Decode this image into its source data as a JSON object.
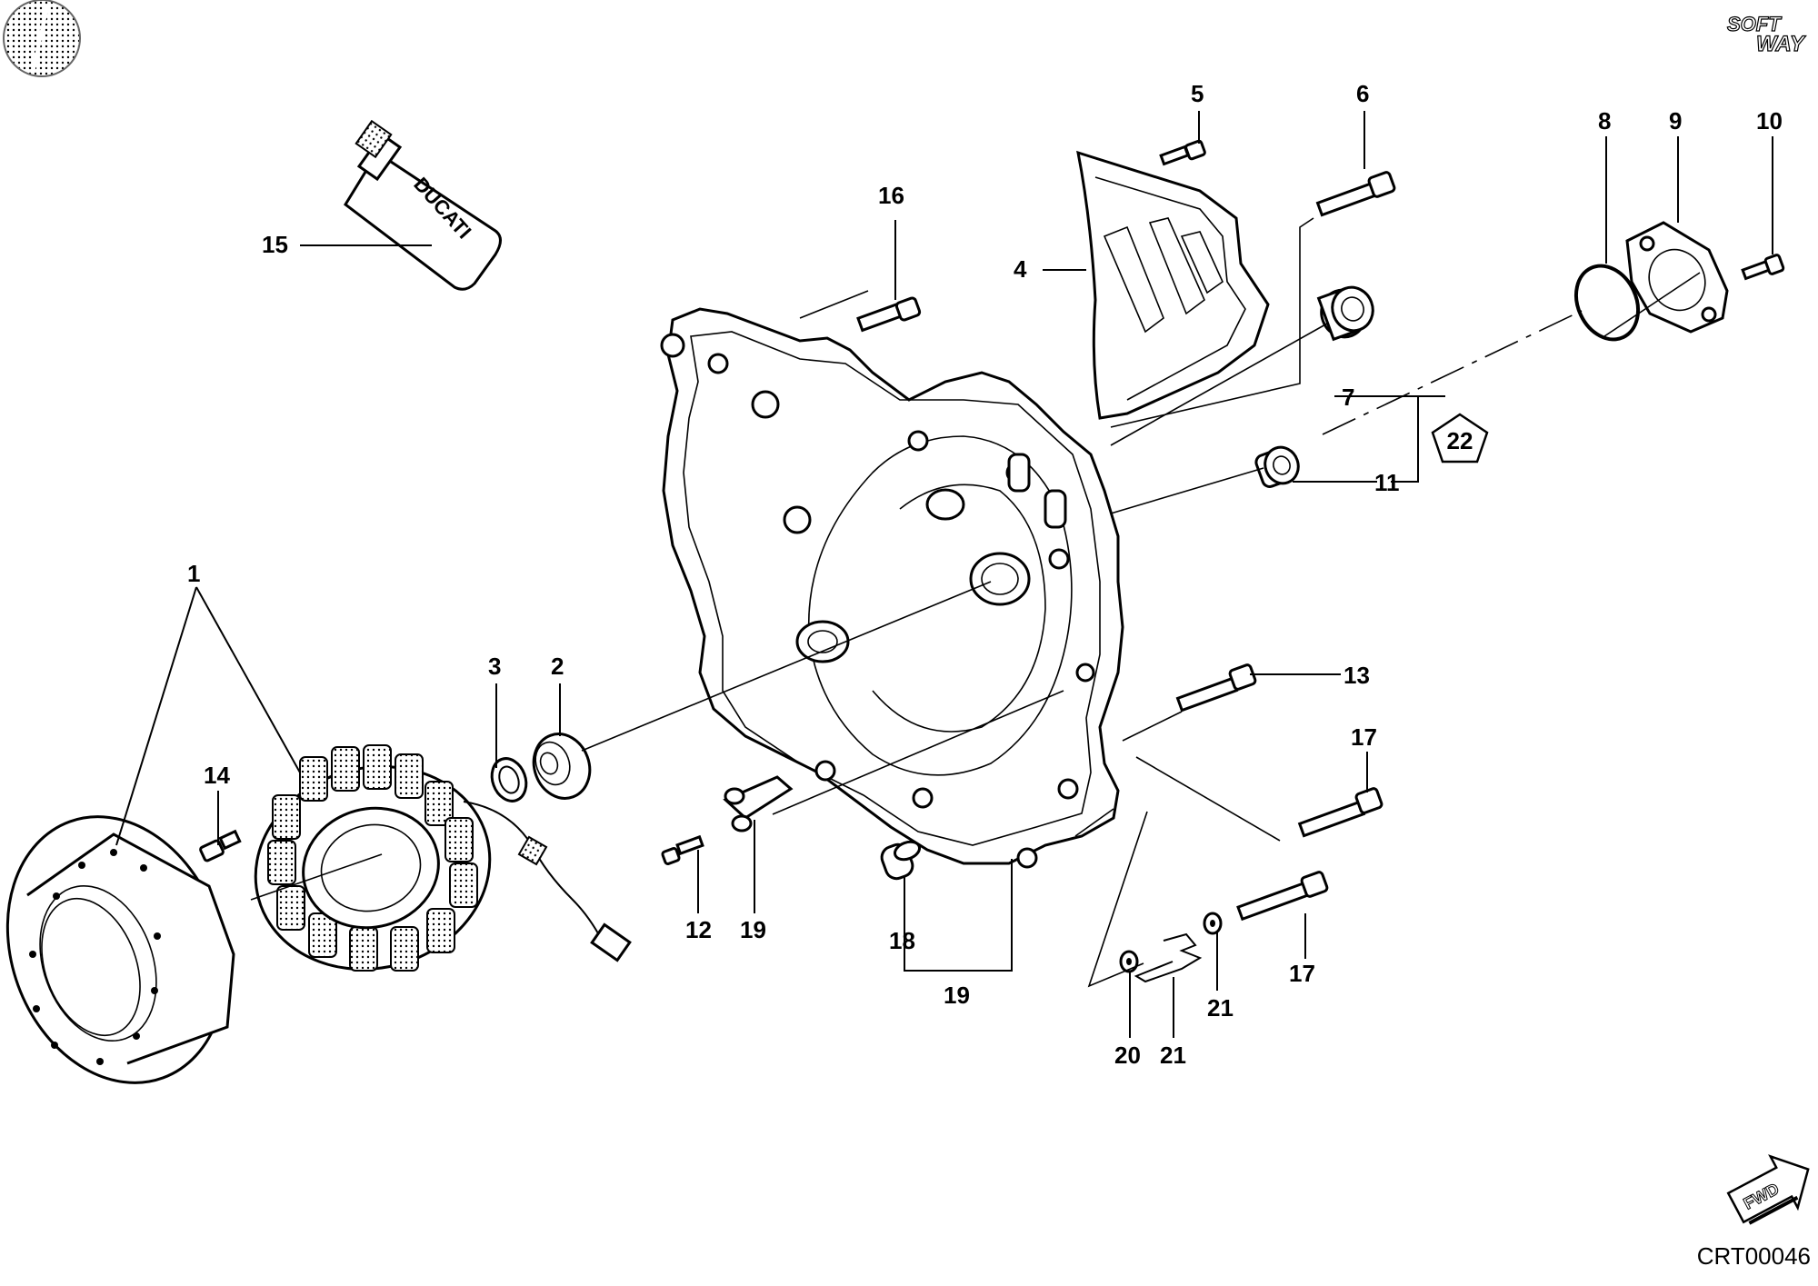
{
  "brand": {
    "logo_text": [
      "SOFT",
      "WAY"
    ],
    "fwd_label": "FWD"
  },
  "drawing_code": "CRT00046",
  "callouts": [
    {
      "id": "c1",
      "label": "1"
    },
    {
      "id": "c2",
      "label": "2"
    },
    {
      "id": "c3",
      "label": "3"
    },
    {
      "id": "c4",
      "label": "4"
    },
    {
      "id": "c5",
      "label": "5"
    },
    {
      "id": "c6",
      "label": "6"
    },
    {
      "id": "c7",
      "label": "7"
    },
    {
      "id": "c8",
      "label": "8"
    },
    {
      "id": "c9",
      "label": "9"
    },
    {
      "id": "c10",
      "label": "10"
    },
    {
      "id": "c11",
      "label": "11"
    },
    {
      "id": "c12",
      "label": "12"
    },
    {
      "id": "c13",
      "label": "13"
    },
    {
      "id": "c14",
      "label": "14"
    },
    {
      "id": "c15",
      "label": "15"
    },
    {
      "id": "c16",
      "label": "16"
    },
    {
      "id": "c17a",
      "label": "17"
    },
    {
      "id": "c17b",
      "label": "17"
    },
    {
      "id": "c18",
      "label": "18"
    },
    {
      "id": "c19a",
      "label": "19"
    },
    {
      "id": "c19b",
      "label": "19"
    },
    {
      "id": "c20",
      "label": "20"
    },
    {
      "id": "c21a",
      "label": "21"
    },
    {
      "id": "c21b",
      "label": "21"
    },
    {
      "id": "c22",
      "label": "22"
    }
  ],
  "tube_text": "DUCATI",
  "icons": [
    "catalog-disc-icon",
    "softway-logo-icon",
    "fwd-arrow-icon",
    "kit-pentagon-icon"
  ]
}
